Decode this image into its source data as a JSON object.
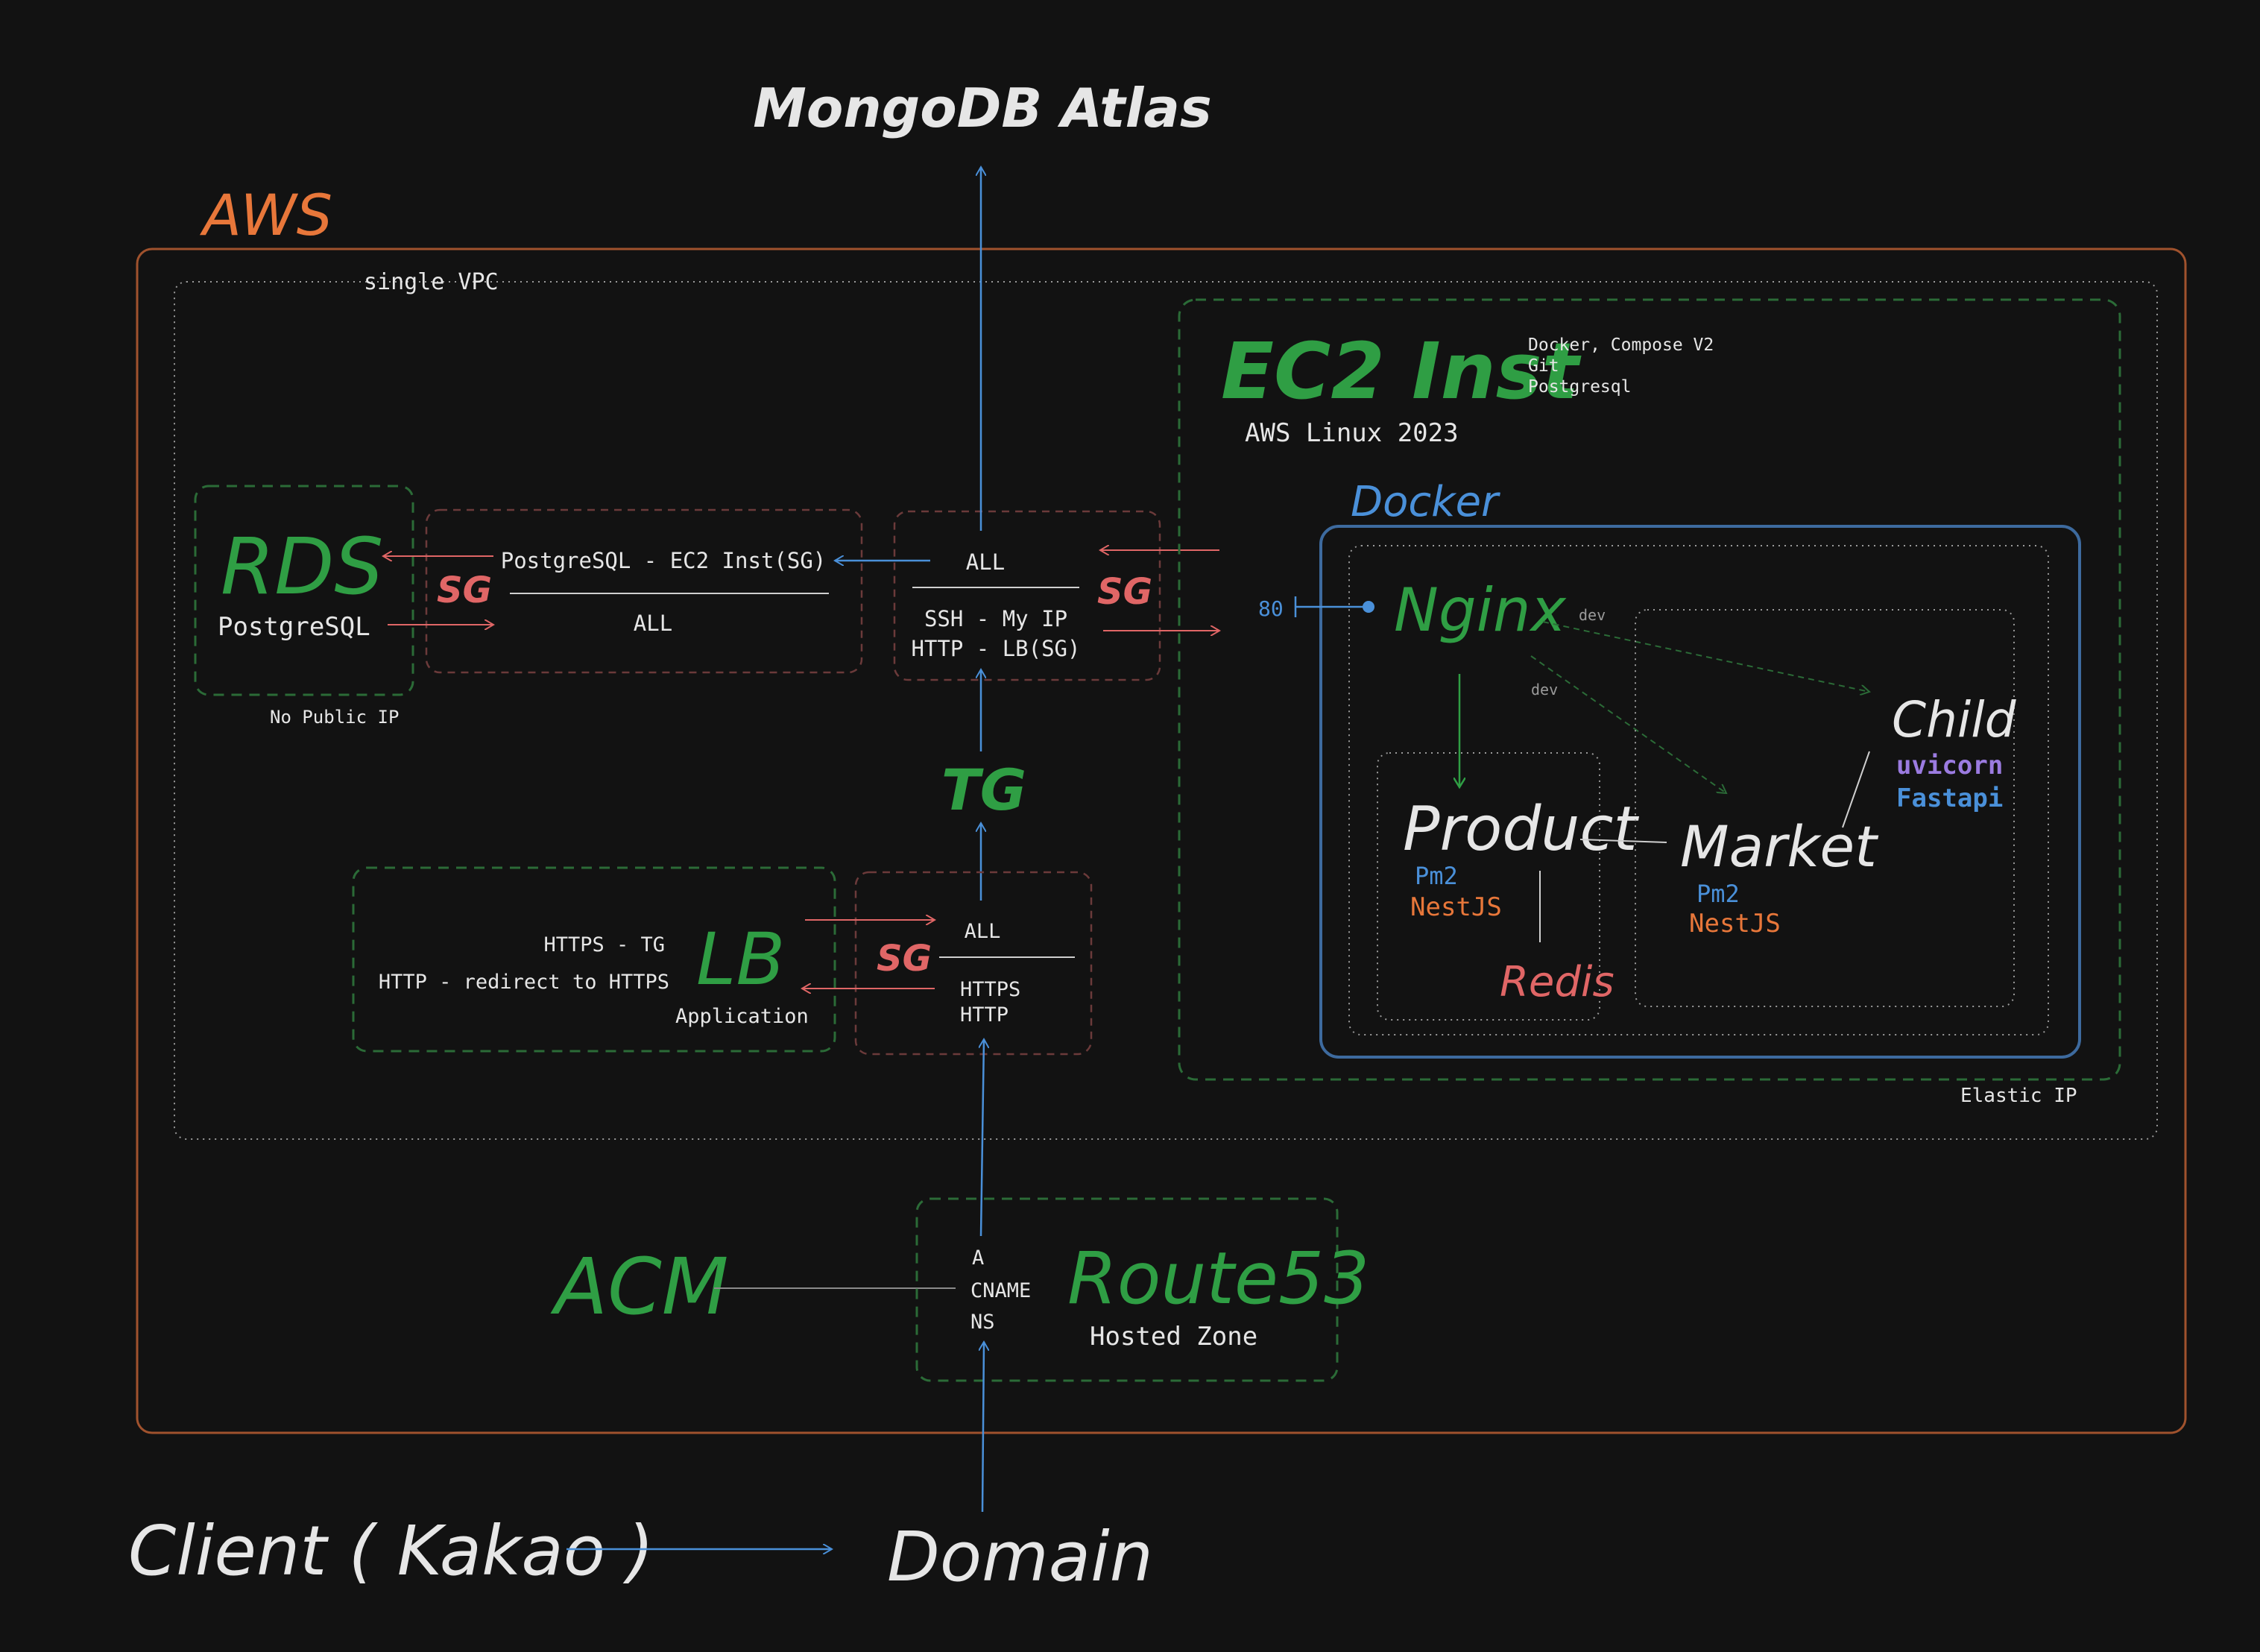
{
  "titles": {
    "mongodb": "MongoDB Atlas",
    "aws": "AWS",
    "vpc": "single VPC",
    "client": "Client ( Kakao )",
    "domain": "Domain"
  },
  "rds": {
    "title": "RDS",
    "engine": "PostgreSQL",
    "note": "No Public IP"
  },
  "rds_sg": {
    "label": "SG",
    "rule_in": "PostgreSQL - EC2 Inst(SG)",
    "rule_out": "ALL"
  },
  "ec2_sg": {
    "label": "SG",
    "rule_out": "ALL",
    "rule_in_1": "SSH - My IP",
    "rule_in_2": "HTTP - LB(SG)"
  },
  "tg": {
    "title": "TG"
  },
  "lb": {
    "title": "LB",
    "type": "Application",
    "rule_1": "HTTPS - TG",
    "rule_2": "HTTP - redirect to HTTPS"
  },
  "lb_sg": {
    "label": "SG",
    "rule_out": "ALL",
    "rule_in_1": "HTTPS",
    "rule_in_2": "HTTP"
  },
  "ec2": {
    "title": "EC2 Inst",
    "os": "AWS Linux 2023",
    "packages": [
      "Docker, Compose V2",
      "Git",
      "Postgresql"
    ],
    "elastic_ip": "Elastic IP"
  },
  "docker": {
    "title": "Docker",
    "port": "80",
    "nginx": "Nginx",
    "dev_1": "dev",
    "dev_2": "dev",
    "product": {
      "title": "Product",
      "runtime": "Pm2",
      "framework": "NestJS"
    },
    "redis": "Redis",
    "market": {
      "title": "Market",
      "runtime": "Pm2",
      "framework": "NestJS"
    },
    "child": {
      "title": "Child",
      "server": "uvicorn",
      "framework": "Fastapi"
    }
  },
  "acm": {
    "title": "ACM"
  },
  "route53": {
    "title": "Route53",
    "subtitle": "Hosted Zone",
    "records": [
      "A",
      "CNAME",
      "NS"
    ]
  },
  "colors": {
    "background": "#121212",
    "green": "#2f9e44",
    "dashed_green": "#2b6b37",
    "blue": "#4a90d9",
    "orange": "#e8773a",
    "aws_border": "#a0522d",
    "red": "#e06666",
    "purple": "#9b7be0",
    "white": "#e6e6e6",
    "docker_border": "#3d6a9e"
  }
}
